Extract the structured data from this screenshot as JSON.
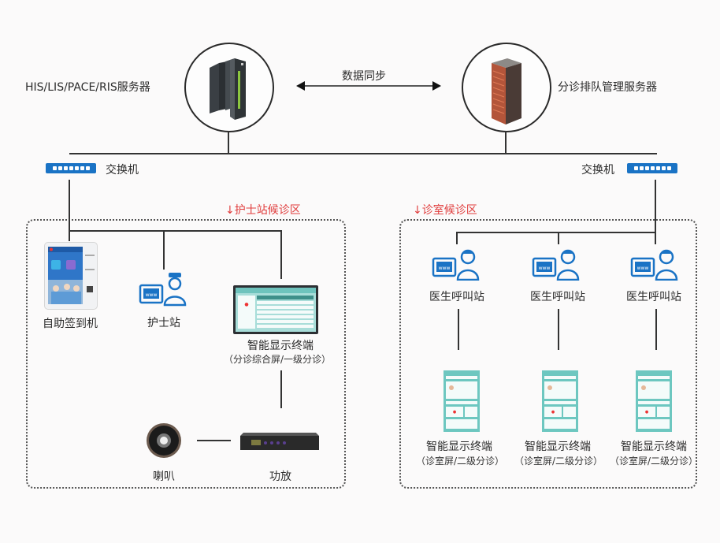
{
  "servers": {
    "left": {
      "label": "HIS/LIS/PACE/RIS服务器",
      "icon": "server-rack-dark-icon"
    },
    "right": {
      "label": "分诊排队管理服务器",
      "icon": "server-rack-red-icon"
    },
    "sync_label": "数据同步"
  },
  "switches": {
    "left": {
      "label": "交换机",
      "icon": "network-switch-icon"
    },
    "right": {
      "label": "交换机",
      "icon": "network-switch-icon"
    }
  },
  "zones": {
    "nurse": {
      "title": "↓护士站候诊区",
      "devices": {
        "kiosk": {
          "label": "自助签到机",
          "icon": "kiosk-icon"
        },
        "nurse_station": {
          "label": "护士站",
          "icon": "nurse-station-icon"
        },
        "display": {
          "label": "智能显示终端",
          "sublabel": "（分诊综合屏/一级分诊）",
          "icon": "display-screen-icon"
        },
        "speaker": {
          "label": "喇叭",
          "icon": "speaker-icon"
        },
        "amplifier": {
          "label": "功放",
          "icon": "amplifier-icon"
        }
      }
    },
    "clinic": {
      "title": "↓诊室候诊区",
      "stations": [
        {
          "label": "医生呼叫站",
          "terminal_label": "智能显示终端",
          "terminal_sublabel": "（诊室屏/二级分诊）"
        },
        {
          "label": "医生呼叫站",
          "terminal_label": "智能显示终端",
          "terminal_sublabel": "（诊室屏/二级分诊）"
        },
        {
          "label": "医生呼叫站",
          "terminal_label": "智能显示终端",
          "terminal_sublabel": "（诊室屏/二级分诊）"
        }
      ]
    }
  },
  "colors": {
    "accent_blue": "#1a73c5",
    "zone_title_red": "#e03c3c",
    "line": "#333333"
  }
}
